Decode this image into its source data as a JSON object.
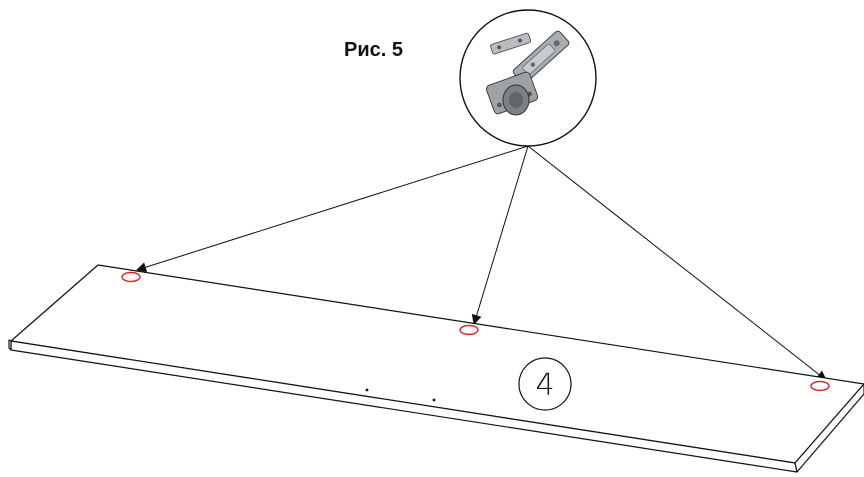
{
  "figure": {
    "label": "Рис. 5"
  },
  "callout": {
    "icon": "cabinet-hinge-icon"
  },
  "panel": {
    "part_number": "4",
    "hinge_marks": 3
  },
  "colors": {
    "line": "#111111",
    "hinge_mark": "#e02020",
    "hinge_metal": "#9a9ea3"
  }
}
